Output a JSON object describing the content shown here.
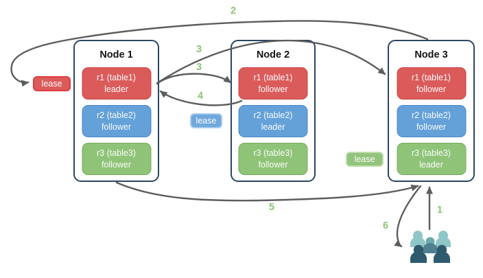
{
  "nodes": [
    {
      "title": "Node 1",
      "replicas": [
        {
          "name": "r1 (table1)",
          "role": "leader",
          "color": "red"
        },
        {
          "name": "r2 (table2)",
          "role": "follower",
          "color": "blue"
        },
        {
          "name": "r3 (table3)",
          "role": "follower",
          "color": "green"
        }
      ]
    },
    {
      "title": "Node 2",
      "replicas": [
        {
          "name": "r1 (table1)",
          "role": "follower",
          "color": "red"
        },
        {
          "name": "r2 (table2)",
          "role": "leader",
          "color": "blue"
        },
        {
          "name": "r3 (table3)",
          "role": "follower",
          "color": "green"
        }
      ]
    },
    {
      "title": "Node 3",
      "replicas": [
        {
          "name": "r1 (table1)",
          "role": "follower",
          "color": "red"
        },
        {
          "name": "r2 (table2)",
          "role": "follower",
          "color": "blue"
        },
        {
          "name": "r3 (table3)",
          "role": "leader",
          "color": "green"
        }
      ]
    }
  ],
  "leases": {
    "red": {
      "label": "lease"
    },
    "blue": {
      "label": "lease"
    },
    "green": {
      "label": "lease"
    }
  },
  "steps": {
    "s1": "1",
    "s2": "2",
    "s3a": "3",
    "s3b": "3",
    "s4": "4",
    "s5": "5",
    "s6": "6"
  },
  "icons": {
    "users": "users-group-icon"
  },
  "colors": {
    "replica_red": "#db5b5b",
    "replica_blue": "#64a1d9",
    "replica_green": "#8fc478",
    "lease_red_border": "#e13a3a",
    "lease_blue_border": "#a6cbec",
    "lease_green_border": "#bedfad",
    "node_border": "#2a4564",
    "arrow": "#5d5d5d",
    "step_label": "#8cc374",
    "users_light": "#8fc7c6",
    "users_mid": "#6aabae",
    "users_dark": "#2e5a6d"
  }
}
